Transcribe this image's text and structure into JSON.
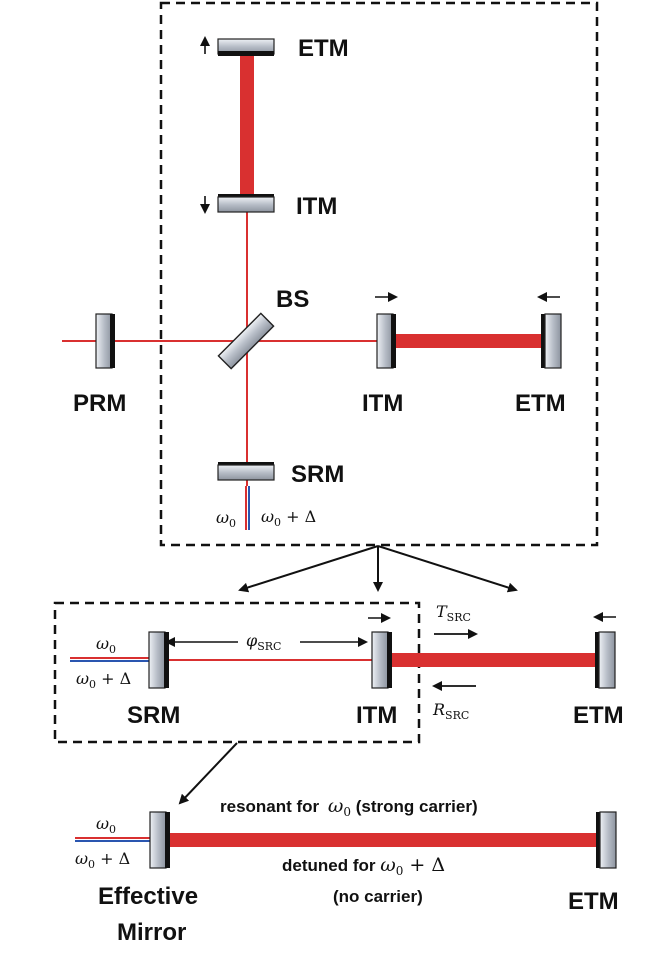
{
  "colors": {
    "beam": "#d93030",
    "blue_beam": "#2a56b0",
    "mirror_dark": "#111111",
    "mirror_light": "#c9ced6",
    "dash": "#111111"
  },
  "upper": {
    "etm_top": "ETM",
    "itm_top": "ITM",
    "bs": "BS",
    "prm": "PRM",
    "itm_right": "ITM",
    "etm_right": "ETM",
    "srm": "SRM",
    "omega0": "ω",
    "omega0_sub": "0",
    "omega0_plus_delta": "ω",
    "omega0_plus_delta_sub": "0",
    "omega0_plus_delta_tail": " + Δ"
  },
  "middle": {
    "omega0": "ω",
    "omega0_sub": "0",
    "omega0_plus_delta": "ω",
    "omega0_plus_delta_sub": "0",
    "omega0_plus_delta_tail": " + Δ",
    "srm": "SRM",
    "itm": "ITM",
    "etm": "ETM",
    "phi": "φ",
    "phi_sub": "SRC",
    "t_src": "T",
    "t_src_sub": "SRC",
    "r_src": "R",
    "r_src_sub": "SRC"
  },
  "lower": {
    "omega0": "ω",
    "omega0_sub": "0",
    "omega0_plus_delta": "ω",
    "omega0_plus_delta_sub": "0",
    "omega0_plus_delta_tail": " + Δ",
    "resonant_prefix": "resonant for ",
    "resonant_omega": "ω",
    "resonant_omega_sub": "0",
    "resonant_suffix": " (strong carrier)",
    "detuned_prefix": "detuned for ",
    "detuned_omega": "ω",
    "detuned_omega_sub": "0",
    "detuned_tail": " + Δ",
    "no_carrier": "(no carrier)",
    "effective_line1": "Effective",
    "effective_line2": "Mirror",
    "etm": "ETM"
  }
}
